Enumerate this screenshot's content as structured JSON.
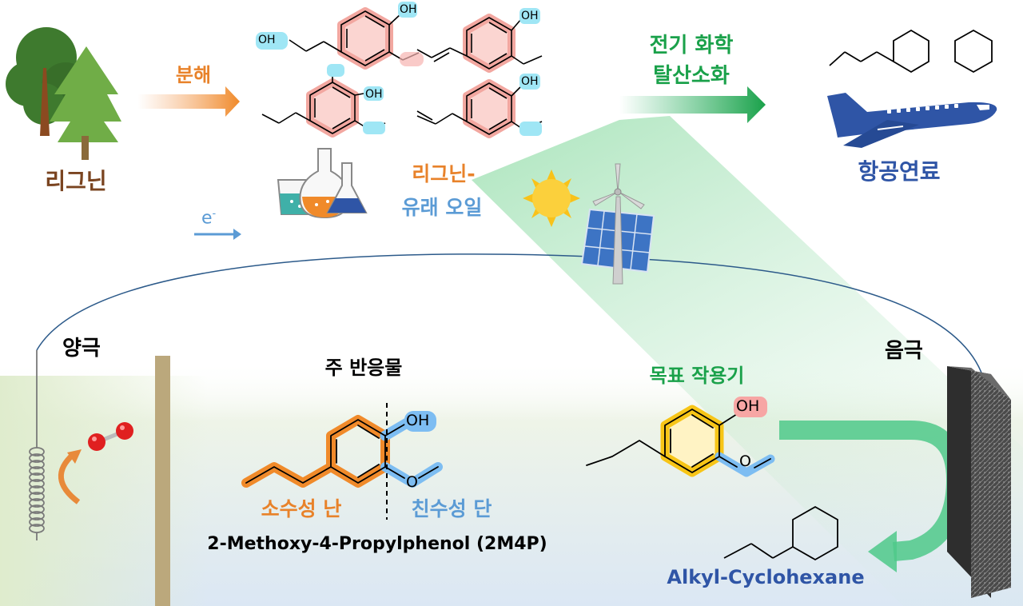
{
  "labels": {
    "lignin": "리그닌",
    "decomposition": "분해",
    "lignin_oil_line1": "리그닌-",
    "lignin_oil_line2": "유래 오일",
    "electron": "e",
    "electron_sup": "-",
    "electrochem_line1": "전기 화학",
    "electrochem_line2": "탈산소화",
    "aviation_fuel": "항공연료",
    "anode": "양극",
    "cathode": "음극",
    "main_reactant": "주 반응물",
    "hydrophobic_end": "소수성 난",
    "hydrophilic_end": "친수성 단",
    "reactant_name": "2-Methoxy-4-Propylphenol (2M4P)",
    "target_group": "목표 작용기",
    "product_name": "Alkyl-Cyclohexane",
    "oh": "OH"
  },
  "colors": {
    "brown": "#7a4420",
    "orange": "#e8822a",
    "orange_fill": "#f0a868",
    "blue": "#5b9bd5",
    "light_blue": "#62b6f0",
    "green": "#1aa14a",
    "navy": "#2f55a6",
    "cyan_highlight": "#8fdff2",
    "salmon_highlight": "#f7b3b0",
    "yellow_highlight": "#f7c517",
    "electrode": "#bba87c"
  },
  "icons": [
    "tree-icon",
    "flask-icon",
    "sun-icon",
    "solar-panel-icon",
    "wind-turbine-icon",
    "airplane-icon",
    "oxygen-molecule-icon",
    "coil-electrode-icon"
  ]
}
